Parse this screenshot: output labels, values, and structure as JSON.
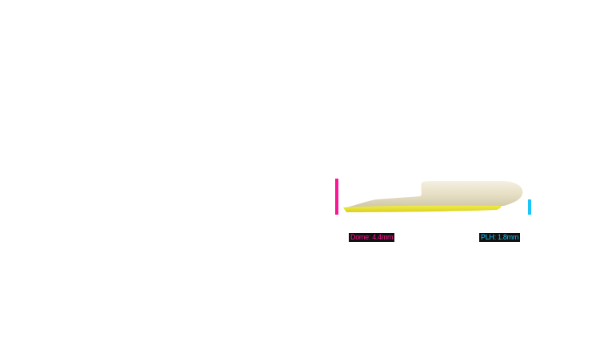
{
  "viewport": {
    "background": "#ffffff"
  },
  "model": {
    "name": "implant-cross-section",
    "body_color": "#e6dfc4",
    "body_highlight": "#f3efdf",
    "body_shadow": "#c9c0a0",
    "base_color": "#ece83a",
    "base_shadow": "#d6cf20"
  },
  "measurements": {
    "dome": {
      "label": "Dome: 4.4mm",
      "color": "#ff1493"
    },
    "plh": {
      "label": "PLH: 1.8mm",
      "color": "#19c6f5"
    }
  }
}
